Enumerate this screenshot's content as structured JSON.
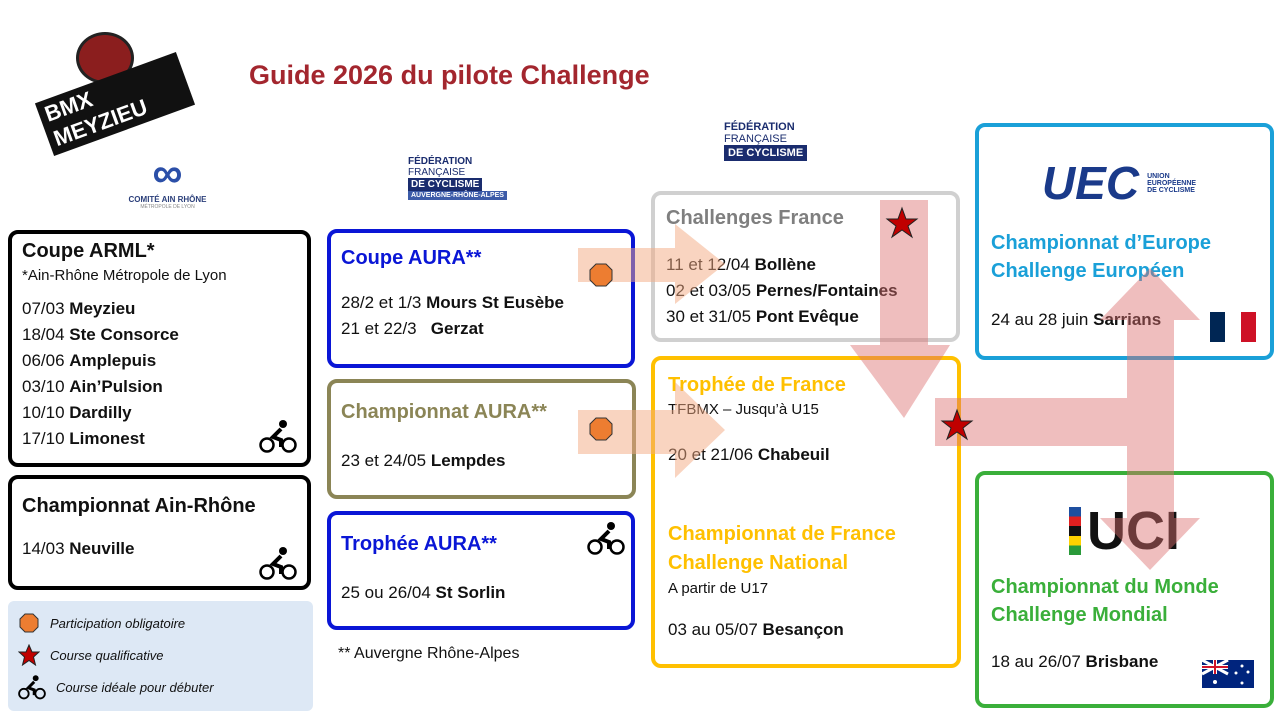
{
  "title": "Guide 2026 du pilote Challenge",
  "logos": {
    "meyzieu": "BMX MEYZIEU",
    "comite": "COMITÉ AIN RHÔNE",
    "comite_sub": "MÉTROPOLE DE LYON",
    "ffc_aura": [
      "FÉDÉRATION",
      "FRANÇAISE",
      "DE CYCLISME",
      "AUVERGNE-RHÔNE-ALPES"
    ],
    "ffc": [
      "FÉDÉRATION",
      "FRANÇAISE",
      "DE CYCLISME"
    ],
    "uec": "UEC",
    "uec_sub": "UNION EUROPÉENNE DE CYCLISME",
    "uci": "UCI"
  },
  "arml": {
    "title": "Coupe ARML*",
    "note": "*Ain-Rhône Métropole de Lyon",
    "events": [
      {
        "date": "07/03",
        "place": "Meyzieu"
      },
      {
        "date": "18/04",
        "place": "Ste Consorce"
      },
      {
        "date": "06/06",
        "place": "Amplepuis"
      },
      {
        "date": "03/10",
        "place": "Ain’Pulsion"
      },
      {
        "date": "10/10",
        "place": "Dardilly"
      },
      {
        "date": "17/10",
        "place": "Limonest"
      }
    ]
  },
  "ain_rhone": {
    "title": "Championnat Ain-Rhône",
    "date": "14/03",
    "place": "Neuville"
  },
  "legend": {
    "items": [
      "Participation obligatoire",
      "Course qualificative",
      "Course idéale pour débuter"
    ]
  },
  "coupe_aura": {
    "title": "Coupe AURA**",
    "events": [
      {
        "date": "28/2 et 1/3",
        "place": "Mours St Eusèbe"
      },
      {
        "date": "21 et 22/3",
        "place": "Gerzat"
      }
    ]
  },
  "champ_aura": {
    "title": "Championnat AURA**",
    "date": "23 et 24/05",
    "place": "Lempdes"
  },
  "trophee_aura": {
    "title": "Trophée AURA**",
    "date": "25 ou 26/04",
    "place": "St Sorlin"
  },
  "aura_note": "** Auvergne Rhône-Alpes",
  "challenges_france": {
    "title": "Challenges France",
    "events": [
      {
        "date": "11 et 12/04",
        "place": "Bollène"
      },
      {
        "date": "02 et 03/05",
        "place": "Pernes/Fontaines"
      },
      {
        "date": "30 et 31/05",
        "place": "Pont Evêque"
      }
    ]
  },
  "trophee_france": {
    "title": "Trophée de France",
    "sub": "TFBMX – Jusqu’à U15",
    "date": "20 et 21/06",
    "place": "Chabeuil",
    "cf_title1": "Championnat de France",
    "cf_title2": "Challenge National",
    "cf_sub": "A partir de U17",
    "cf_date": "03 au 05/07",
    "cf_place": "Besançon"
  },
  "europe": {
    "title1": "Championnat d’Europe",
    "title2": "Challenge Européen",
    "date": "24 au 28 juin",
    "place": "Sarrians"
  },
  "monde": {
    "title1": "Championnat du Monde",
    "title2": "Challenge Mondial",
    "date": "18 au 26/07",
    "place": "Brisbane"
  },
  "colors": {
    "title": "#a3262e",
    "blue": "#0a16d6",
    "olive": "#8b8556",
    "gray": "#d0d0d0",
    "gold": "#ffc000",
    "uec": "#1aa0d8",
    "uci": "#3aaf3a",
    "legend_bg": "#dde8f5"
  }
}
